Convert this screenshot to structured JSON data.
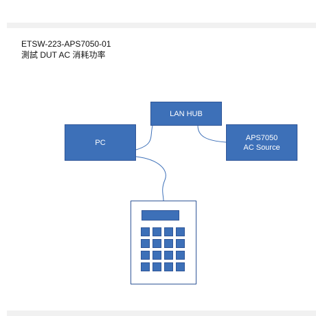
{
  "page": {
    "title": "ETSW-223-APS7050-01",
    "subtitle": "測試 DUT AC 消耗功率"
  },
  "nodes": {
    "pc": {
      "label": "PC"
    },
    "hub": {
      "label": "LAN HUB"
    },
    "aps": {
      "line1": "APS7050",
      "line2": "AC Source"
    }
  },
  "device": {
    "keys": 16
  },
  "colors": {
    "box_fill": "#3d70b8",
    "box_border": "#2f5597",
    "link": "#3d70b8"
  }
}
